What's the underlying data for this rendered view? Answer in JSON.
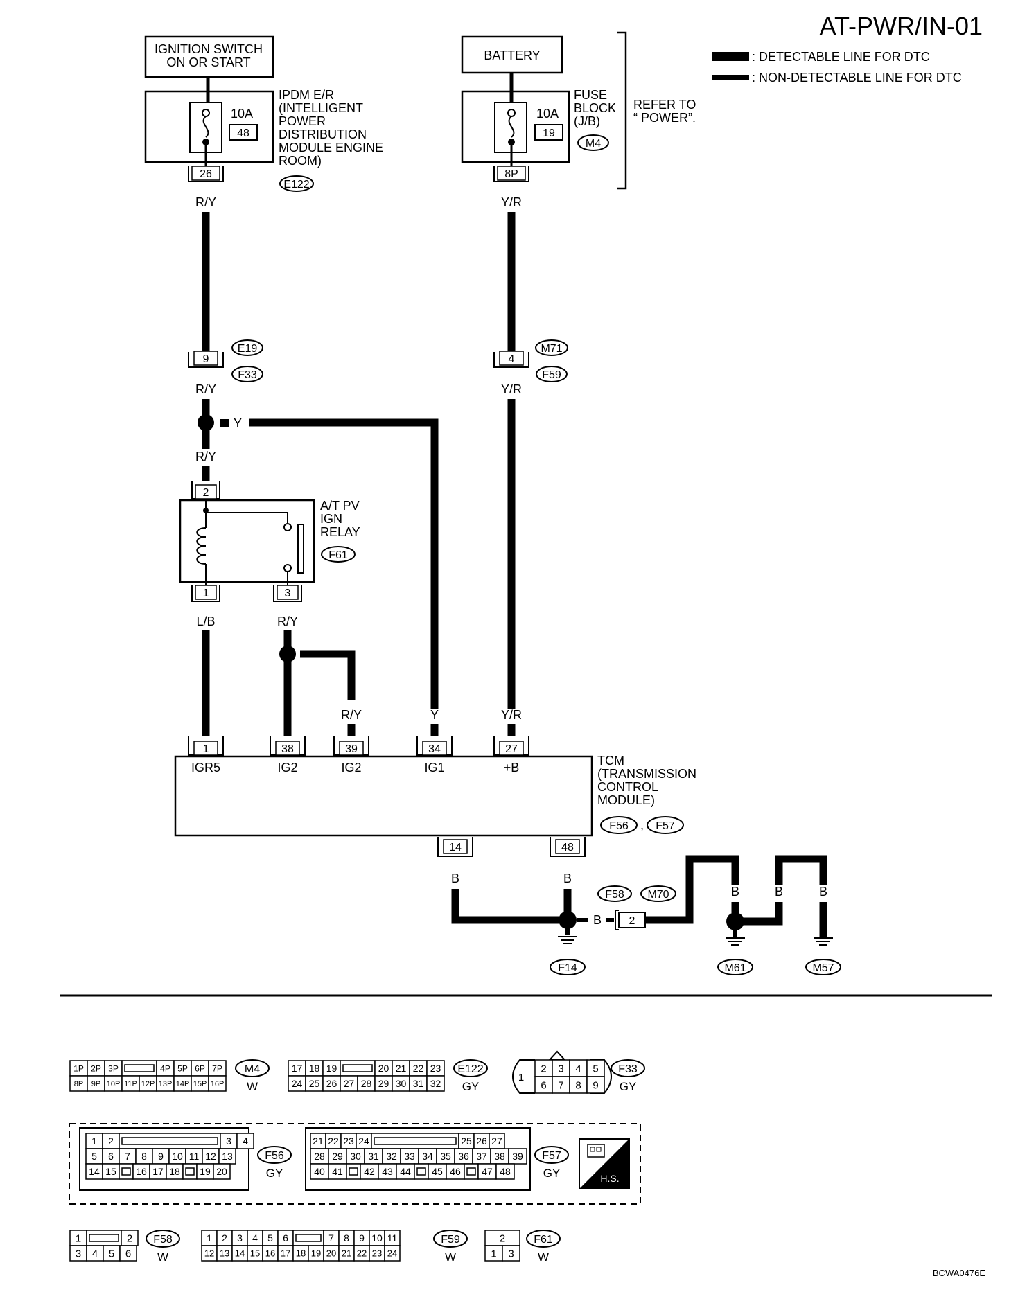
{
  "page_title": "AT-PWR/IN-01",
  "legend": {
    "detectable": ": DETECTABLE LINE FOR DTC",
    "non_detectable": ": NON-DETECTABLE LINE FOR DTC"
  },
  "sources": {
    "ignition_switch": [
      "IGNITION SWITCH",
      "ON OR START"
    ],
    "battery": "BATTERY",
    "refer": [
      "REFER TO",
      "“ POWER”."
    ]
  },
  "ipdm": {
    "fuse_amps": "10A",
    "fuse_num": "48",
    "desc": [
      "IPDM E/R",
      "(INTELLIGENT",
      "POWER",
      "DISTRIBUTION",
      "MODULE ENGINE",
      "ROOM)"
    ],
    "connector": "E122",
    "pin": "26"
  },
  "fuse_block": {
    "fuse_amps": "10A",
    "fuse_num": "19",
    "desc": [
      "FUSE",
      "BLOCK",
      "(J/B)"
    ],
    "connector": "M4",
    "pin": "8P"
  },
  "wires": {
    "ry": "R/Y",
    "yr": "Y/R",
    "y": "Y",
    "lb": "L/B",
    "b": "B"
  },
  "joints": {
    "left_pin": "9",
    "left_top": "E19",
    "left_bottom": "F33",
    "right_pin": "4",
    "right_top": "M71",
    "right_bottom": "F59"
  },
  "relay": {
    "desc": [
      "A/T PV",
      "IGN",
      "RELAY"
    ],
    "connector": "F61",
    "pin_top": "2",
    "pin_left": "1",
    "pin_right": "3"
  },
  "tcm": {
    "desc": [
      "TCM",
      "(TRANSMISSION",
      "CONTROL",
      "MODULE)"
    ],
    "connectors": [
      "F56",
      "F57"
    ],
    "comma": ",",
    "pins": [
      {
        "num": "1",
        "name": "IGR5"
      },
      {
        "num": "38",
        "name": "IG2"
      },
      {
        "num": "39",
        "name": "IG2"
      },
      {
        "num": "34",
        "name": "IG1"
      },
      {
        "num": "27",
        "name": "+B"
      }
    ],
    "ground_pins": [
      "14",
      "48"
    ]
  },
  "ground": {
    "joint_top": "F58",
    "joint_right": "M70",
    "joint_pin": "2",
    "grounds": [
      "F14",
      "M61",
      "M57"
    ]
  },
  "connector_views": {
    "m4": {
      "id": "M4",
      "color": "W",
      "row1": [
        "1P",
        "2P",
        "3P",
        "",
        "4P",
        "5P",
        "6P",
        "7P"
      ],
      "row2": [
        "8P",
        "9P",
        "10P",
        "11P",
        "12P",
        "13P",
        "14P",
        "15P",
        "16P"
      ]
    },
    "e122": {
      "id": "E122",
      "color": "GY",
      "row1": [
        "17",
        "18",
        "19",
        "",
        "20",
        "21",
        "22",
        "23"
      ],
      "row2": [
        "24",
        "25",
        "26",
        "27",
        "28",
        "29",
        "30",
        "31",
        "32"
      ]
    },
    "f33": {
      "id": "F33",
      "color": "GY",
      "single": "1",
      "row1": [
        "2",
        "3",
        "4",
        "5"
      ],
      "row2": [
        "6",
        "7",
        "8",
        "9"
      ]
    },
    "f56": {
      "id": "F56",
      "color": "GY",
      "row1": [
        "1",
        "2",
        "",
        "3",
        "4"
      ],
      "row2": [
        "5",
        "6",
        "7",
        "8",
        "9",
        "10",
        "11",
        "12",
        "13"
      ],
      "row3": [
        "14",
        "15",
        "",
        "16",
        "17",
        "18",
        "",
        "19",
        "20"
      ]
    },
    "f57": {
      "id": "F57",
      "color": "GY",
      "row1": [
        "21",
        "22",
        "23",
        "24",
        "",
        "25",
        "26",
        "27"
      ],
      "row2": [
        "28",
        "29",
        "30",
        "31",
        "32",
        "33",
        "34",
        "35",
        "36",
        "37",
        "38",
        "39"
      ],
      "row3": [
        "40",
        "41",
        "",
        "42",
        "43",
        "44",
        "",
        "45",
        "46",
        "",
        "47",
        "48"
      ]
    },
    "hs": "H.S.",
    "f58": {
      "id": "F58",
      "color": "W",
      "row1": [
        "1",
        "",
        "2"
      ],
      "row2": [
        "3",
        "4",
        "5",
        "6"
      ]
    },
    "f59": {
      "id": "F59",
      "color": "W",
      "row1": [
        "1",
        "2",
        "3",
        "4",
        "5",
        "6",
        "",
        "7",
        "8",
        "9",
        "10",
        "11"
      ],
      "row2": [
        "12",
        "13",
        "14",
        "15",
        "16",
        "17",
        "18",
        "19",
        "20",
        "21",
        "22",
        "23",
        "24"
      ]
    },
    "f61": {
      "id": "F61",
      "color": "W",
      "row1": [
        "2"
      ],
      "row2": [
        "1",
        "3"
      ]
    }
  },
  "code": "BCWA0476E"
}
